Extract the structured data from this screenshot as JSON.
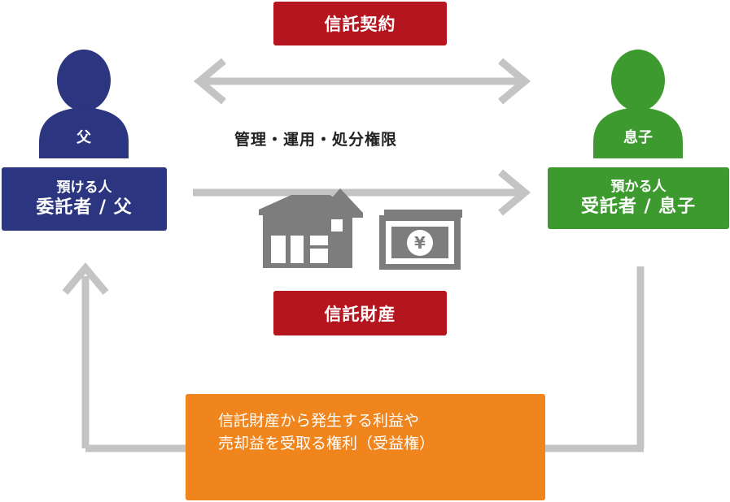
{
  "contract": {
    "label": "信託契約"
  },
  "authority": {
    "label": "管理・運用・処分権限"
  },
  "trust_property": {
    "label": "信託財産"
  },
  "settlor": {
    "person_label": "父",
    "role_line1": "預ける人",
    "role_line2": "委託者 / 父"
  },
  "trustee": {
    "person_label": "息子",
    "role_line1": "預かる人",
    "role_line2": "受託者 / 息子"
  },
  "benefit": {
    "line1": "信託財産から発生する利益や",
    "line2": "売却益を受取る権利（受益権）"
  },
  "currency": {
    "symbol": "¥"
  },
  "colors": {
    "navy": "#2b3580",
    "green": "#3d9a2e",
    "red": "#b5151f",
    "orange": "#f0851e",
    "gray": "#c4c4c4",
    "dark_gray": "#7d7d7d"
  }
}
